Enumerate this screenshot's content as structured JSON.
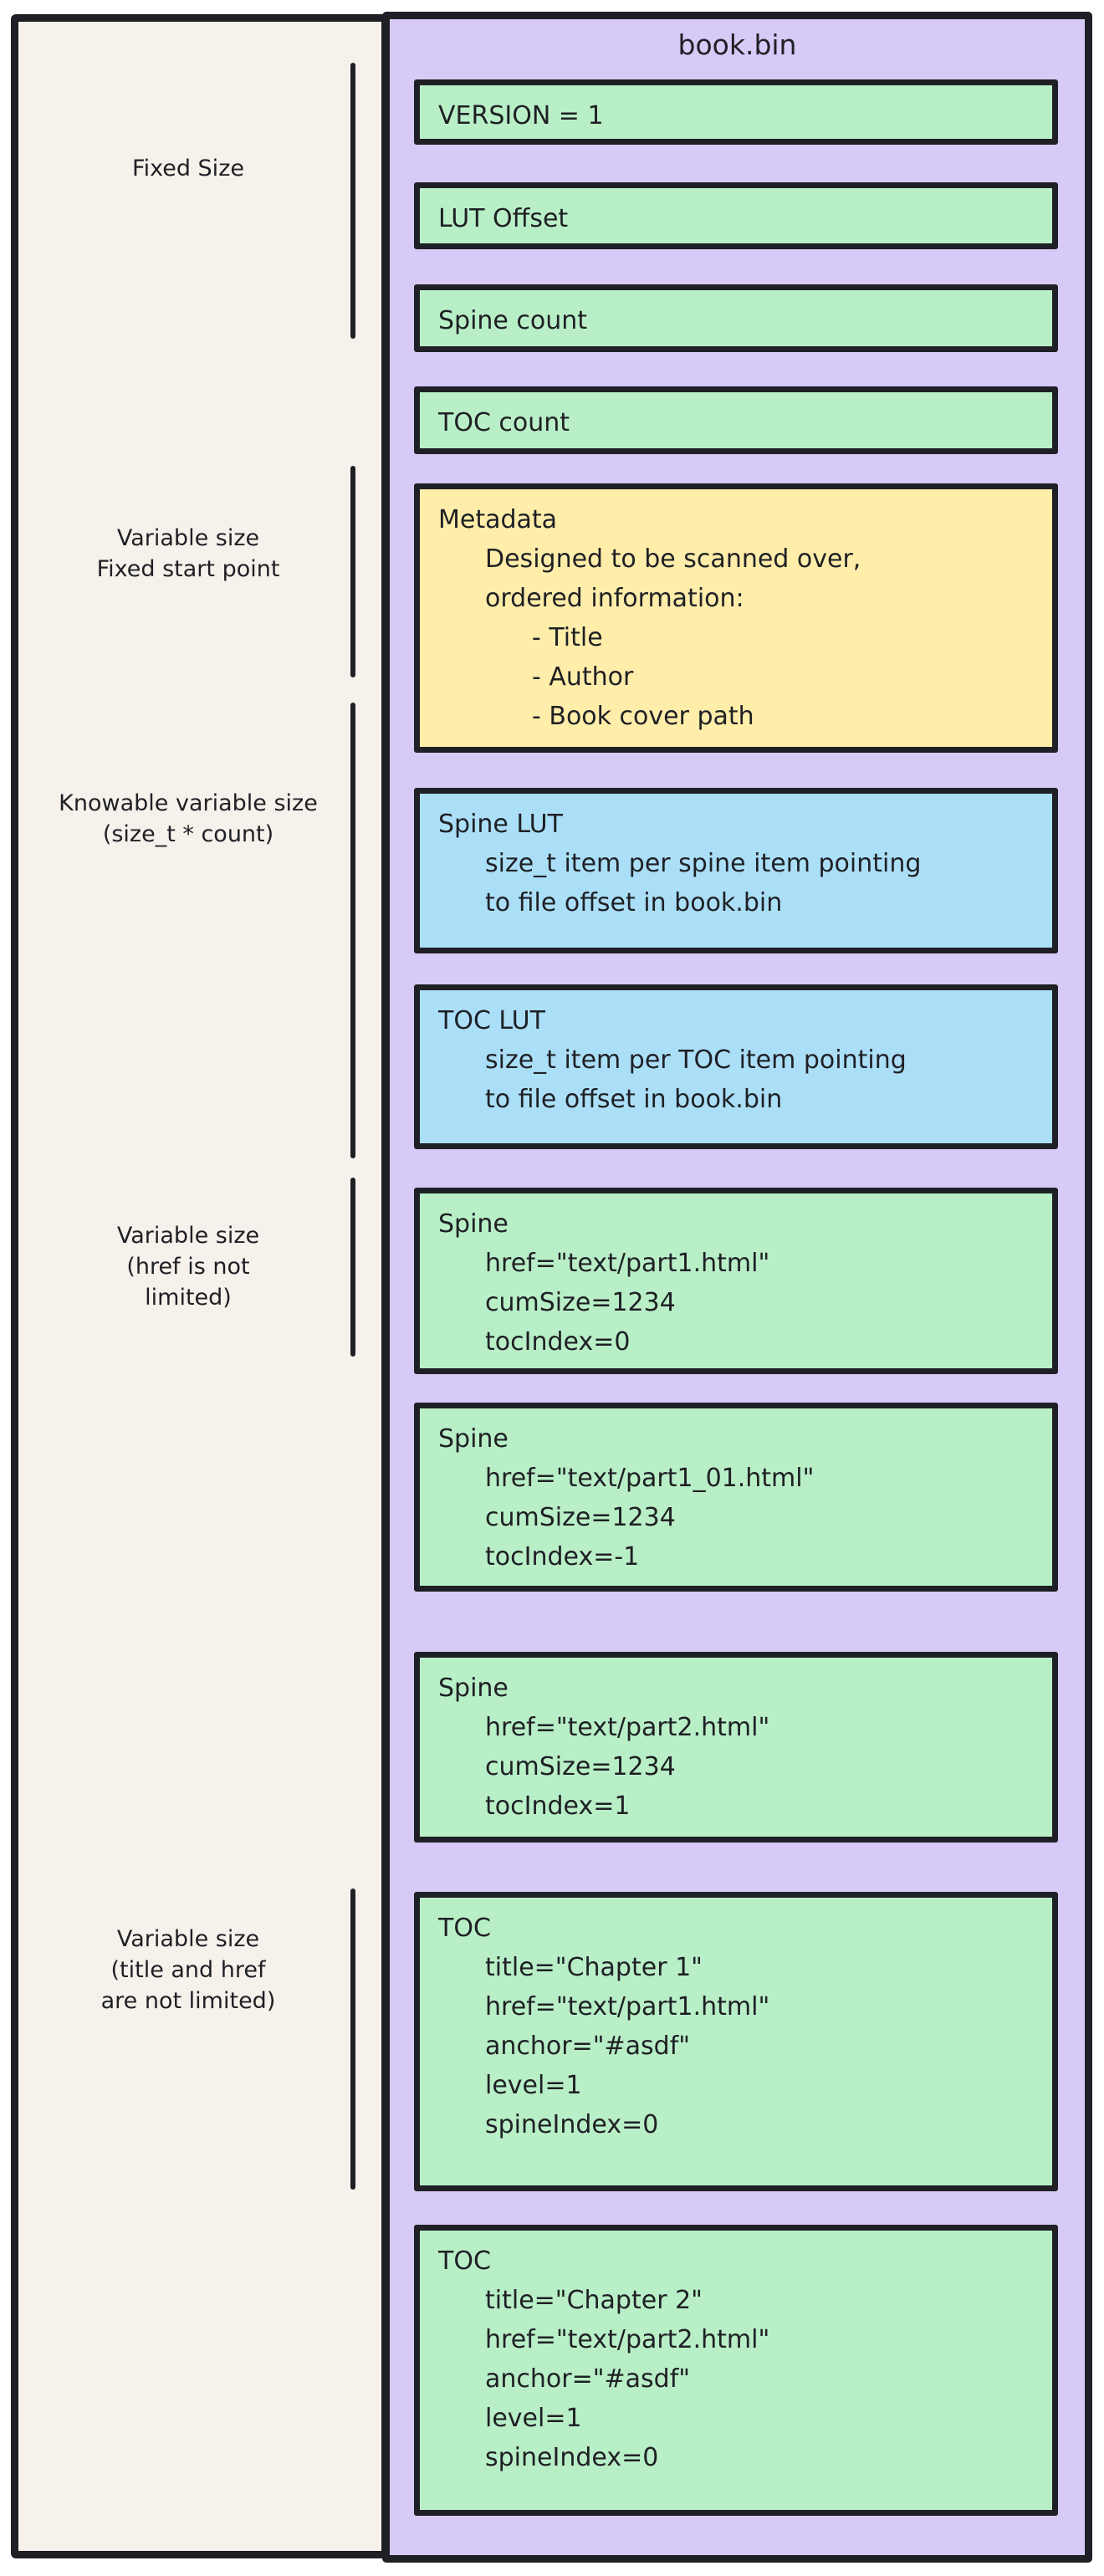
{
  "diagram": {
    "container_title": "book.bin",
    "side_labels": [
      {
        "lines": [
          "Fixed Size"
        ]
      },
      {
        "lines": [
          "Variable size",
          "Fixed start point"
        ]
      },
      {
        "lines": [
          "Knowable variable size",
          "(size_t * count)"
        ]
      },
      {
        "lines": [
          "Variable size",
          "(href is not",
          "limited)"
        ]
      },
      {
        "lines": [
          "Variable size",
          "(title and href",
          "are not limited)"
        ]
      }
    ],
    "boxes": [
      {
        "name": "version",
        "lines": [
          "VERSION = 1"
        ]
      },
      {
        "name": "lut-offset",
        "lines": [
          "LUT Offset"
        ]
      },
      {
        "name": "spine-count",
        "lines": [
          "Spine count"
        ]
      },
      {
        "name": "toc-count",
        "lines": [
          "TOC count"
        ]
      },
      {
        "name": "metadata",
        "lines": [
          "Metadata",
          "Designed to be scanned over,",
          "ordered information:",
          "- Title",
          "- Author",
          "- Book cover path"
        ]
      },
      {
        "name": "spine-lut",
        "lines": [
          "Spine LUT",
          "size_t item per spine item pointing",
          "to file offset in book.bin"
        ]
      },
      {
        "name": "toc-lut",
        "lines": [
          "TOC LUT",
          "size_t item per TOC item pointing",
          "to file offset in book.bin"
        ]
      },
      {
        "name": "spine-1",
        "lines": [
          "Spine",
          "href=\"text/part1.html\"",
          "cumSize=1234",
          "tocIndex=0"
        ]
      },
      {
        "name": "spine-2",
        "lines": [
          "Spine",
          "href=\"text/part1_01.html\"",
          "cumSize=1234",
          "tocIndex=-1"
        ]
      },
      {
        "name": "spine-3",
        "lines": [
          "Spine",
          "href=\"text/part2.html\"",
          "cumSize=1234",
          "tocIndex=1"
        ]
      },
      {
        "name": "toc-1",
        "lines": [
          "TOC",
          "title=\"Chapter 1\"",
          "href=\"text/part1.html\"",
          "anchor=\"#asdf\"",
          "level=1",
          "spineIndex=0"
        ]
      },
      {
        "name": "toc-2",
        "lines": [
          "TOC",
          "title=\"Chapter 2\"",
          "href=\"text/part2.html\"",
          "anchor=\"#asdf\"",
          "level=1",
          "spineIndex=0"
        ]
      }
    ],
    "colors": {
      "background": "#ffffff",
      "left_panel": "#f6f1ea",
      "container": "#d7caf7",
      "box_green": "#b9efc7",
      "box_yellow": "#ffedaa",
      "box_blue": "#abdff8",
      "stroke": "#1f2025"
    }
  }
}
